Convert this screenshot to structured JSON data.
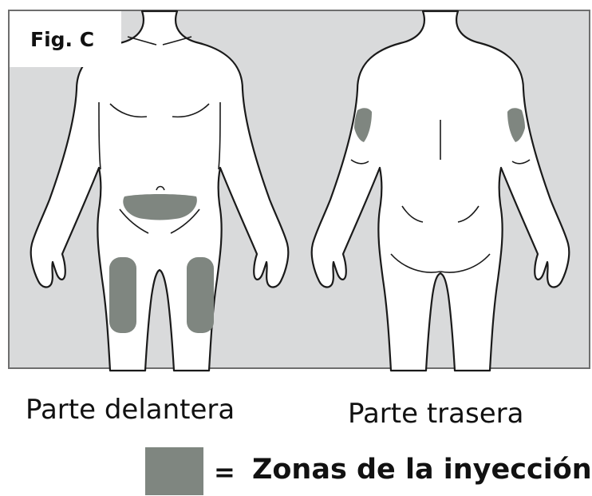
{
  "figure": {
    "label": "Fig. C"
  },
  "captions": {
    "front": "Parte delantera",
    "back": "Parte trasera"
  },
  "legend": {
    "equals": "=",
    "text": "Zonas de la inyección",
    "swatch_color": "#7f8680"
  },
  "colors": {
    "panel_background": "#d9dadb",
    "body_fill": "#ffffff",
    "outline": "#1a1a1a",
    "injection_zone": "#7f8680"
  }
}
